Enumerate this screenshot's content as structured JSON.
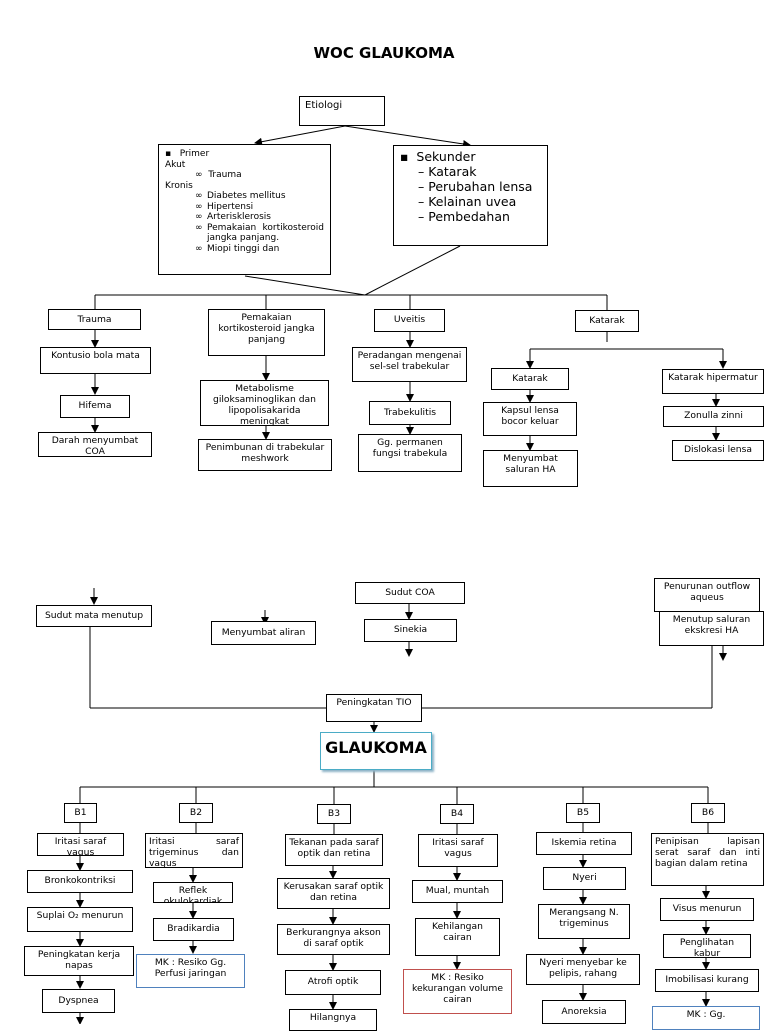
{
  "title": "WOC GLAUKOMA",
  "etiologi": "Etiologi",
  "primer": {
    "head": "Primer",
    "akut": "Akut",
    "akut_items": [
      "Trauma"
    ],
    "kronis": "Kronis",
    "kronis_items": [
      "Diabetes mellitus",
      "Hipertensi",
      "Arterisklerosis",
      "Pemakaian kortikosteroid jangka panjang.",
      "Miopi tinggi dan"
    ]
  },
  "sekunder": {
    "head": "Sekunder",
    "items": [
      "Katarak",
      "Perubahan lensa",
      "Kelainan uvea",
      "Pembedahan"
    ]
  },
  "causes": {
    "trauma": "Trauma",
    "kortiko": "Pemakaian kortikosteroid jangka panjang",
    "uveitis": "Uveitis",
    "katarak": "Katarak"
  },
  "trauma_chain": [
    "Kontusio bola mata",
    "Hifema",
    "Darah menyumbat COA"
  ],
  "kortiko_chain": [
    "Metabolisme giloksaminoglikan dan lipopolisakarida meningkat",
    "Penimbunan di trabekular meshwork"
  ],
  "uveitis_chain": [
    "Peradangan mengenai sel-sel trabekular",
    "Trabekulitis",
    "Gg. permanen fungsi trabekula"
  ],
  "katarak_left_chain": [
    "Katarak",
    "Kapsul lensa bocor keluar",
    "Menyumbat saluran HA"
  ],
  "katarak_right_chain": [
    "Katarak hipermatur",
    "Zonulla zinni",
    "Dislokasi lensa"
  ],
  "mid": {
    "sudut_mata": "Sudut mata menutup",
    "menyumbat_aliran": "Menyumbat aliran HA",
    "sudut_coa": "Sudut COA",
    "sinekia": "Sinekia",
    "penurunan": "Penurunan outflow aqueus",
    "menutup_saluran": "Menutup saluran ekskresi HA",
    "peningkatan_tio": "Peningkatan TIO",
    "glaukoma": "GLAUKOMA"
  },
  "branches": {
    "B1": {
      "label": "B1",
      "items": [
        "Iritasi saraf vagus",
        "Bronkokontriksi",
        "Suplai O₂ menurun",
        "Peningkatan kerja napas",
        "Dyspnea"
      ]
    },
    "B2": {
      "label": "B2",
      "items": [
        "Iritasi saraf trigeminus dan vagus",
        "Reflek okulokardiak",
        "Bradikardia"
      ],
      "mk": "MK : Resiko Gg. Perfusi jaringan"
    },
    "B3": {
      "label": "B3",
      "items": [
        "Tekanan pada saraf optik dan retina",
        "Kerusakan saraf optik dan retina",
        "Berkurangnya akson di saraf optik",
        "Atrofi optik",
        "Hilangnya"
      ]
    },
    "B4": {
      "label": "B4",
      "items": [
        "Iritasi saraf vagus",
        "Mual, muntah",
        "Kehilangan cairan"
      ],
      "mk": "MK : Resiko kekurangan volume cairan"
    },
    "B5": {
      "label": "B5",
      "items": [
        "Iskemia retina",
        "Nyeri",
        "Merangsang N. trigeminus",
        "Nyeri menyebar ke pelipis, rahang",
        "Anoreksia"
      ]
    },
    "B6": {
      "label": "B6",
      "items": [
        "Penipisan lapisan serat saraf dan inti bagian dalam retina",
        "Visus menurun",
        "Penglihatan kabur",
        "Imobilisasi kurang"
      ],
      "mk": "MK : Gg."
    }
  }
}
